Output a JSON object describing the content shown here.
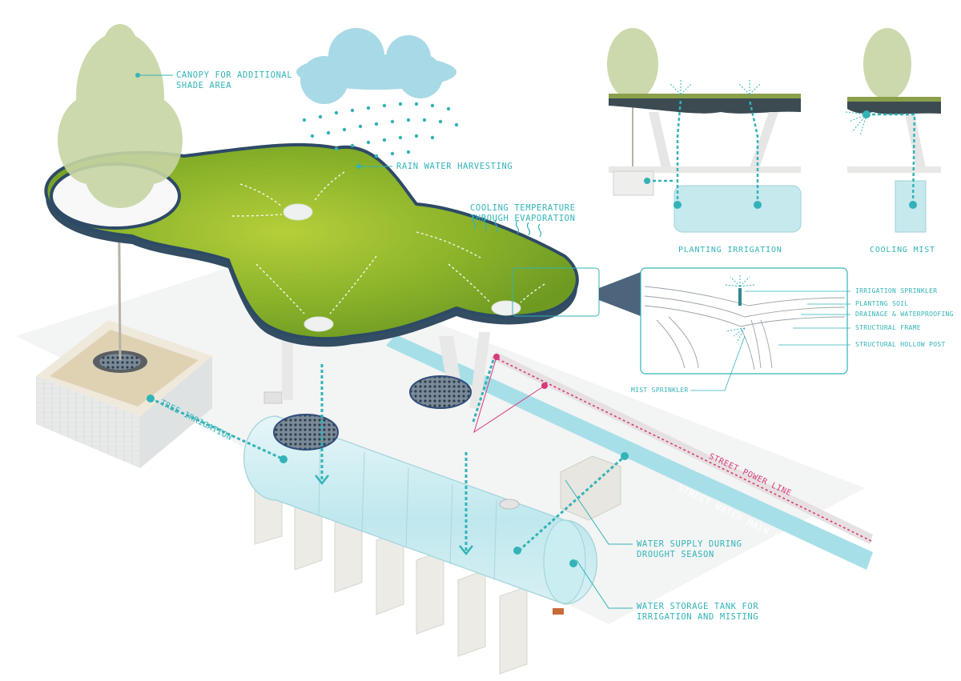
{
  "labels": {
    "canopy": "CANOPY FOR ADDITIONAL\nSHADE AREA",
    "rain_harvest": "RAIN WATER HARVESTING",
    "cooling_temp": "COOLING TEMPERATURE\nTHROUGH EVAPORATION",
    "tree_irrigation": "TREE IRRIGATION",
    "street_power": "STREET POWER LINE",
    "street_water": "STREET WATER MAIN LINE",
    "water_supply": "WATER SUPPLY DURING\nDROUGHT SEASON",
    "storage_tank": "WATER STORAGE TANK FOR\nIRRIGATION AND MISTING"
  },
  "sections": {
    "planting_irrigation": "PLANTING IRRIGATION",
    "cooling_mist": "COOLING MIST"
  },
  "detail": {
    "irrigation_sprinkler": "IRRIGATION SPRINKLER",
    "planting_soil": "PLANTING SOIL",
    "drainage": "DRAINAGE & WATERPROOFING",
    "structural_frame": "STRUCTURAL FRAME",
    "hollow_post": "STRUCTURAL HOLLOW POST",
    "mist_sprinkler": "MIST SPRINKLER"
  },
  "colors": {
    "teal": "#33b3b8",
    "magenta": "#d63a7a",
    "cloud": "#a8d9e6",
    "grass": "#8fbc2a",
    "water": "#a7dfe8"
  }
}
